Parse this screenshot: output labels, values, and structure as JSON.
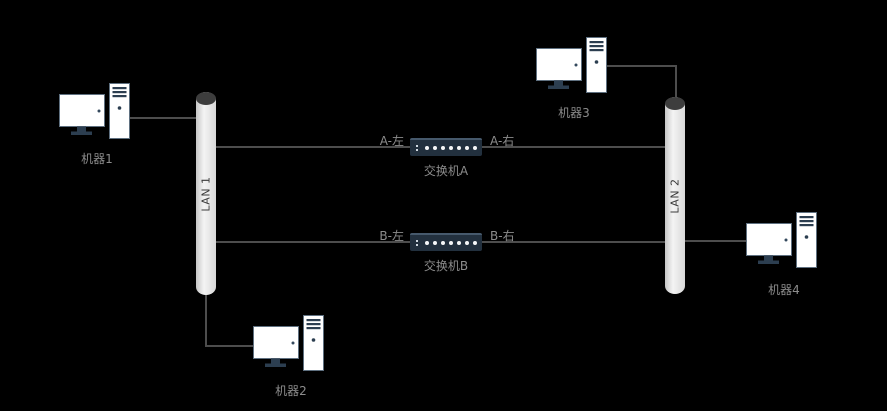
{
  "machines": [
    {
      "label": "机器1"
    },
    {
      "label": "机器2"
    },
    {
      "label": "机器3"
    },
    {
      "label": "机器4"
    }
  ],
  "lans": [
    {
      "label": "LAN 1"
    },
    {
      "label": "LAN 2"
    }
  ],
  "switches": [
    {
      "label": "交换机A",
      "left_port_label": "A-左",
      "right_port_label": "A-右"
    },
    {
      "label": "交换机B",
      "left_port_label": "B-左",
      "right_port_label": "B-右"
    }
  ],
  "colors": {
    "background": "#000000",
    "connector_line": "#4d4d4d",
    "cylinder_body": "#e8e8e8",
    "cylinder_cap": "#3d3d3d",
    "switch_body": "#22303e",
    "switch_ports": "#f5f6f7",
    "label_text": "#8c8c8c",
    "lan_label_text": "#3a3a3a",
    "device_accent": "#2c3e50"
  }
}
